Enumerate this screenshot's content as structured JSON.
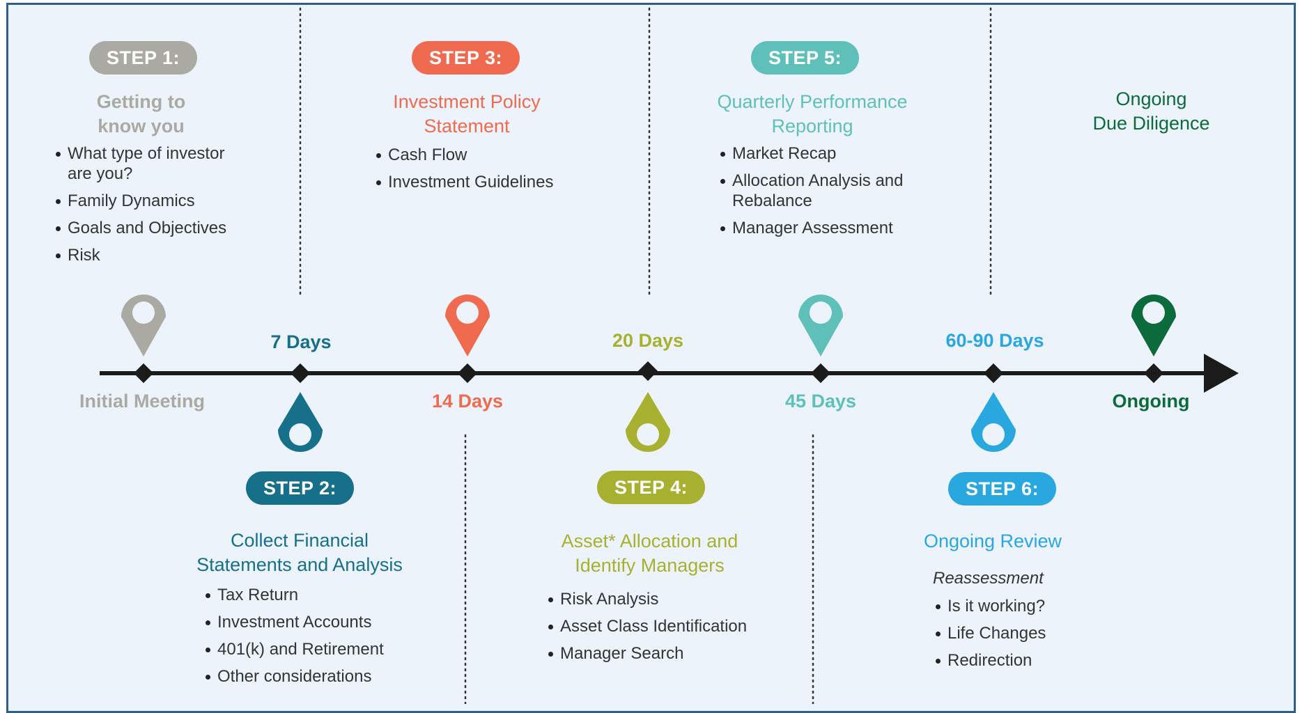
{
  "colors": {
    "step1": "#aaaaa3",
    "step2": "#16708a",
    "step3": "#ef6a4f",
    "step4": "#a7b12f",
    "step5": "#5fc0ba",
    "step6": "#29a7df",
    "ongoing": "#0c6b3b",
    "axis": "#1b1b1b"
  },
  "steps": {
    "step1": {
      "badge": "STEP 1:",
      "title_line1": "Getting to",
      "title_line2": "know you",
      "items": [
        {
          "line1": "What type of investor",
          "line2": "are you?"
        },
        {
          "line1": "Family Dynamics"
        },
        {
          "line1": "Goals and Objectives"
        },
        {
          "line1": "Risk"
        }
      ]
    },
    "step2": {
      "badge": "STEP 2:",
      "title_line1": "Collect Financial",
      "title_line2": "Statements and Analysis",
      "items": [
        "Tax Return",
        "Investment Accounts",
        "401(k) and Retirement",
        "Other considerations"
      ]
    },
    "step3": {
      "badge": "STEP 3:",
      "title_line1": "Investment Policy",
      "title_line2": "Statement",
      "items": [
        "Cash Flow",
        "Investment Guidelines"
      ]
    },
    "step4": {
      "badge": "STEP 4:",
      "title_line1": "Asset* Allocation and",
      "title_line2": "Identify Managers",
      "items": [
        "Risk Analysis",
        "Asset Class Identification",
        "Manager Search"
      ]
    },
    "step5": {
      "badge": "STEP 5:",
      "title_line1": "Quarterly Performance",
      "title_line2": "Reporting",
      "items": [
        {
          "line1": "Market Recap"
        },
        {
          "line1": "Allocation Analysis and",
          "line2": "Rebalance"
        },
        {
          "line1": "Manager Assessment"
        }
      ]
    },
    "step6": {
      "badge": "STEP 6:",
      "title": "Ongoing Review",
      "subtitle": "Reassessment",
      "items": [
        "Is it working?",
        "Life Changes",
        "Redirection"
      ]
    },
    "ongoing": {
      "title_line1": "Ongoing",
      "title_line2": "Due Diligence"
    }
  },
  "timeline": {
    "labels": [
      "Initial Meeting",
      "7 Days",
      "14 Days",
      "20 Days",
      "45 Days",
      "60-90 Days",
      "Ongoing"
    ]
  }
}
